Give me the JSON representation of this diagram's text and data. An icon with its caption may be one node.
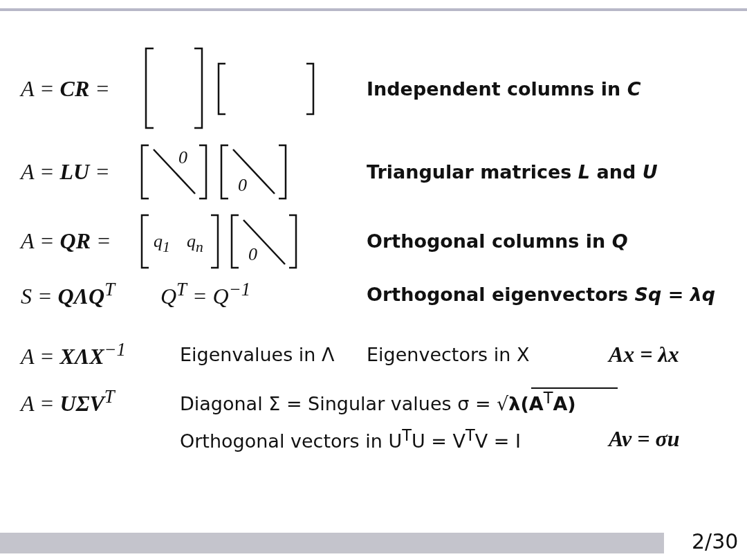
{
  "diagram": {
    "labels": [
      "A = **CR** =",
      "Independent columns in *C*",
      "A = **LU** =",
      "0",
      "0",
      "Triangular matrices *L* and *U*",
      "A = **QR** =",
      "q$_{1}$",
      "q$_{n}$",
      "0",
      "Orthogonal columns in *Q*",
      "S = **QΛQ**$^{T}$",
      "Q$^{T}$ = Q$^{−1}$",
      "Orthogonal eigenvectors *Sq* = *λq*",
      "A = **XΛX**$^{−1}$",
      "Eigenvalues in Λ",
      "Eigenvectors in X",
      "Ax = λx",
      "A = **UΣV**$^{T}$",
      "Diagonal Σ = Singular values σ = √**λ(A**$^{T}$**A)**",
      "Orthogonal vectors in U$^{T}$U = V$^{T}$V = I",
      "Av = σu",
      "2/30"
    ]
  }
}
